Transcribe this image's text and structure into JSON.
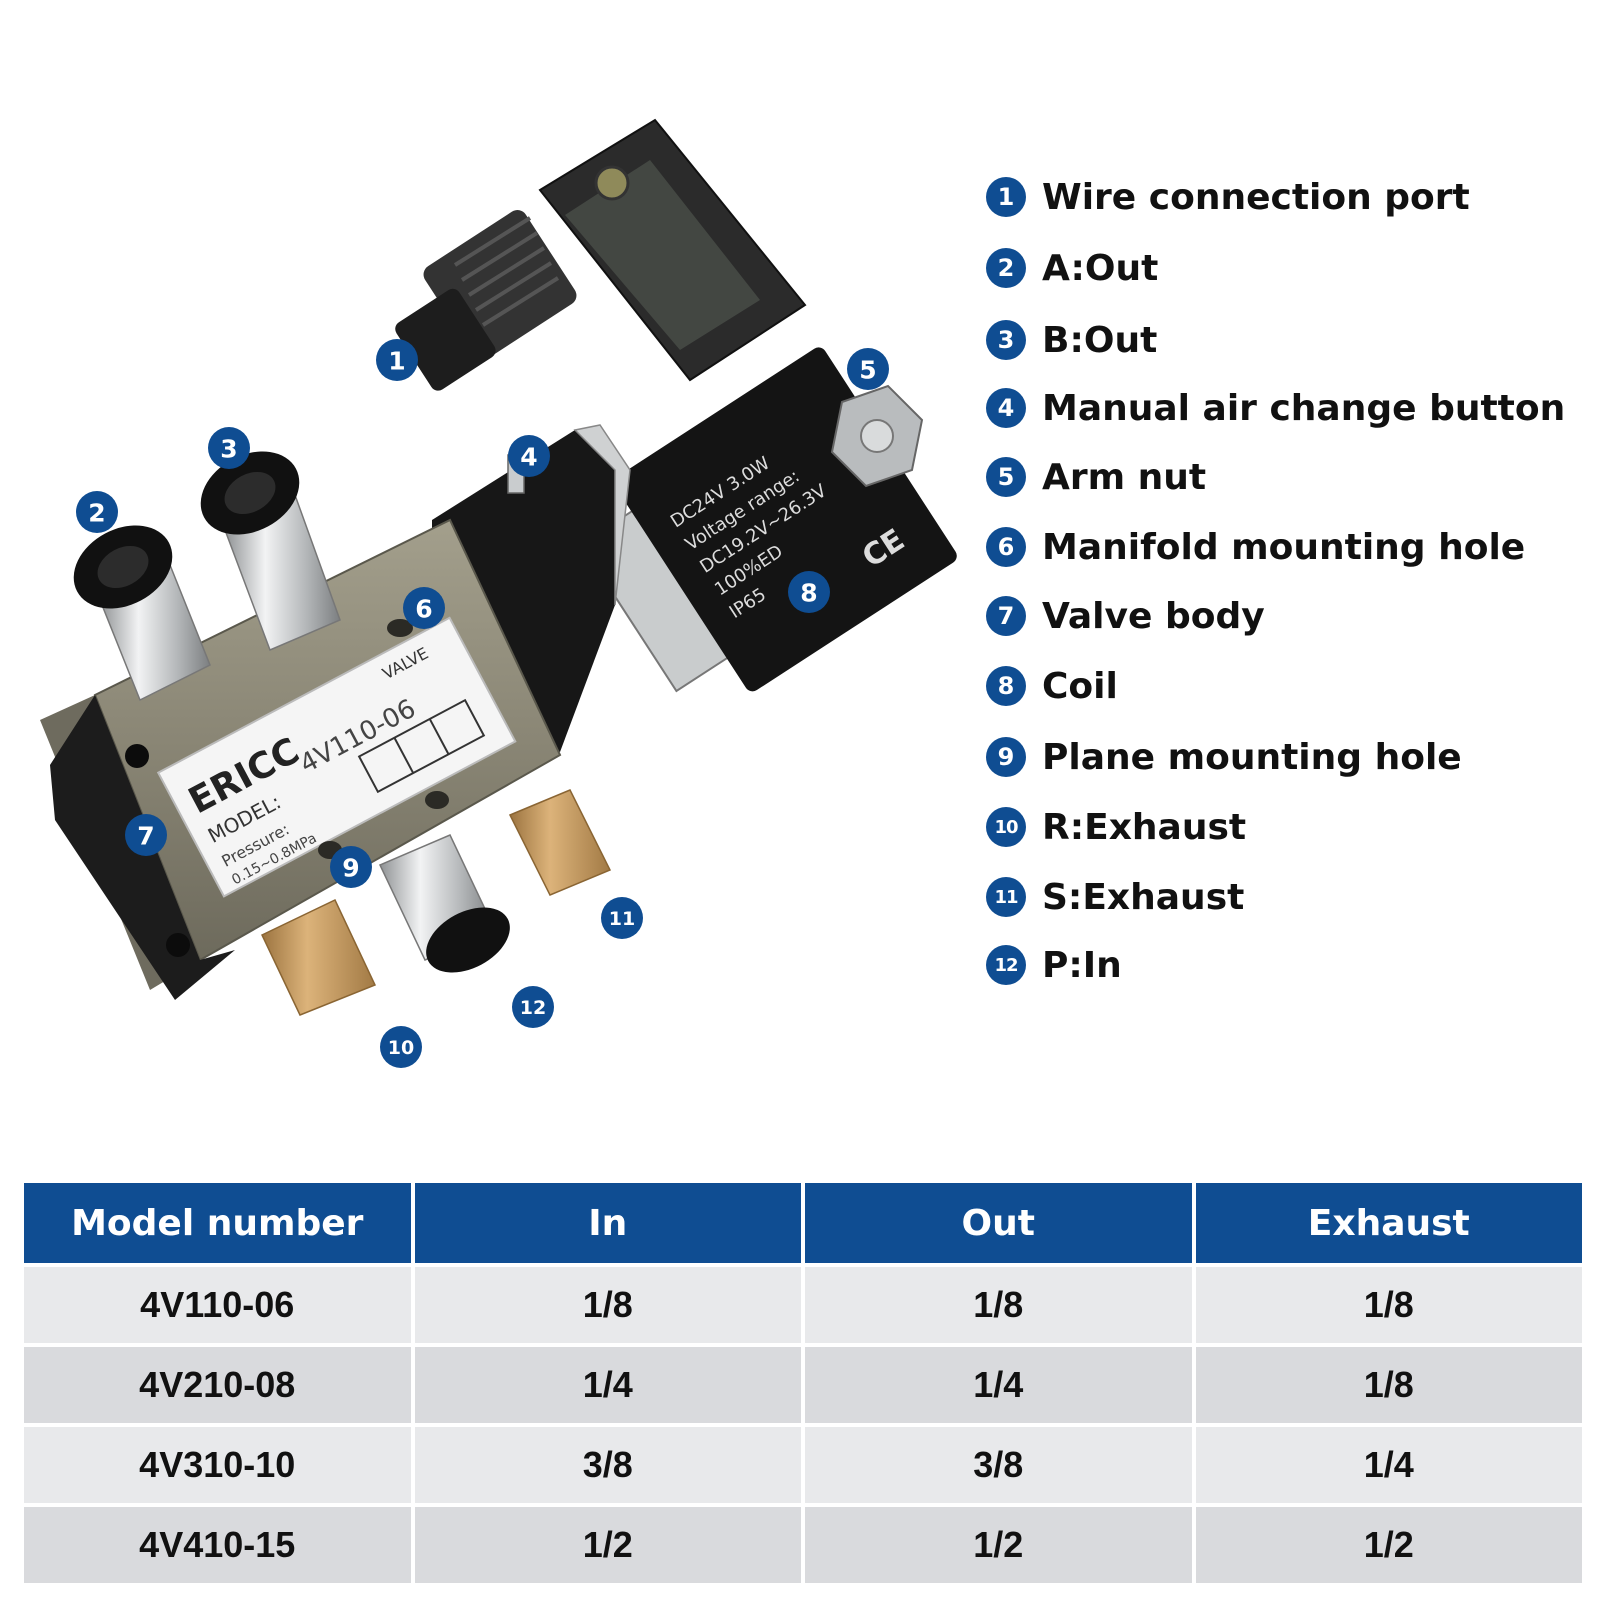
{
  "colors": {
    "accent_blue": "#0f4d92",
    "valve_body": "#8a8675",
    "coil_black": "#141414",
    "muffler_bronze": "#c79a5c",
    "row_light": "#e8e9eb",
    "row_dark": "#d9dadd"
  },
  "product": {
    "brand": "ERICC",
    "model_label": "MODEL:",
    "model_value": "4V110-06",
    "valve_label": "VALVE",
    "pressure_label": "Pressure:",
    "pressure_value": "0.15~0.8MPa",
    "coil_lines": [
      "DC24V  3.0W",
      "Voltage  range:",
      "DC19.2V~26.3V",
      "100%ED",
      "IP65"
    ],
    "ce_mark": "CE"
  },
  "callouts": [
    "1",
    "2",
    "3",
    "4",
    "5",
    "6",
    "7",
    "8",
    "9",
    "10",
    "11",
    "12"
  ],
  "legend": [
    {
      "num": "1",
      "label": "Wire connection port"
    },
    {
      "num": "2",
      "label": "A:Out"
    },
    {
      "num": "3",
      "label": "B:Out"
    },
    {
      "num": "4",
      "label": "Manual air change button"
    },
    {
      "num": "5",
      "label": "Arm nut"
    },
    {
      "num": "6",
      "label": "Manifold mounting hole"
    },
    {
      "num": "7",
      "label": "Valve body"
    },
    {
      "num": "8",
      "label": "Coil"
    },
    {
      "num": "9",
      "label": "Plane mounting hole"
    },
    {
      "num": "10",
      "label": "R:Exhaust"
    },
    {
      "num": "11",
      "label": "S:Exhaust"
    },
    {
      "num": "12",
      "label": "P:In"
    }
  ],
  "table": {
    "headers": [
      "Model number",
      "In",
      "Out",
      "Exhaust"
    ],
    "rows": [
      [
        "4V110-06",
        "1/8",
        "1/8",
        "1/8"
      ],
      [
        "4V210-08",
        "1/4",
        "1/4",
        "1/8"
      ],
      [
        "4V310-10",
        "3/8",
        "3/8",
        "1/4"
      ],
      [
        "4V410-15",
        "1/2",
        "1/2",
        "1/2"
      ]
    ]
  }
}
